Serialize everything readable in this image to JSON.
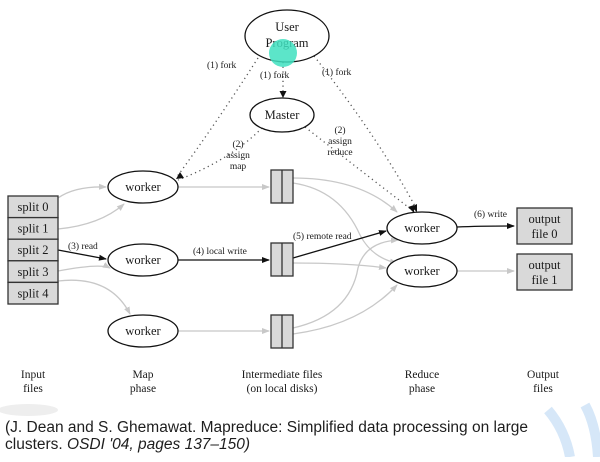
{
  "diagram": {
    "title": "MapReduce execution overview",
    "nodes": {
      "user_program": [
        "User",
        "Program"
      ],
      "master": "Master",
      "map_workers": [
        "worker",
        "worker",
        "worker"
      ],
      "reduce_workers": [
        "worker",
        "worker"
      ],
      "splits": [
        "split 0",
        "split 1",
        "split 2",
        "split 3",
        "split 4"
      ],
      "outputs": [
        [
          "output",
          "file 0"
        ],
        [
          "output",
          "file 1"
        ]
      ]
    },
    "edge_labels": {
      "fork_left": "(1) fork",
      "fork_center": "(1) fork",
      "fork_right": "(1) fork",
      "assign_map": [
        "(2)",
        "assign",
        "map"
      ],
      "assign_reduce": [
        "(2)",
        "assign",
        "reduce"
      ],
      "read": "(3) read",
      "local_write": "(4) local write",
      "remote_read": "(5) remote read",
      "write": "(6) write"
    },
    "phases": [
      [
        "Input",
        "files"
      ],
      [
        "Map",
        "phase"
      ],
      [
        "Intermediate files",
        "(on local disks)"
      ],
      [
        "Reduce",
        "phase"
      ],
      [
        "Output",
        "files"
      ]
    ],
    "colors": {
      "node_fill": "#d9d9d9",
      "edge_active": "#111111",
      "edge_inactive": "#c8c8c8",
      "cursor_highlight": "#3fe0c0",
      "decor_stroke": "#cfe3f7"
    }
  },
  "caption": {
    "line1": "(J. Dean and S. Ghemawat. Mapreduce: Simplified data processing on large",
    "line2_plain": "clusters. ",
    "line2_italic": "OSDI '04, pages 137–150)"
  }
}
